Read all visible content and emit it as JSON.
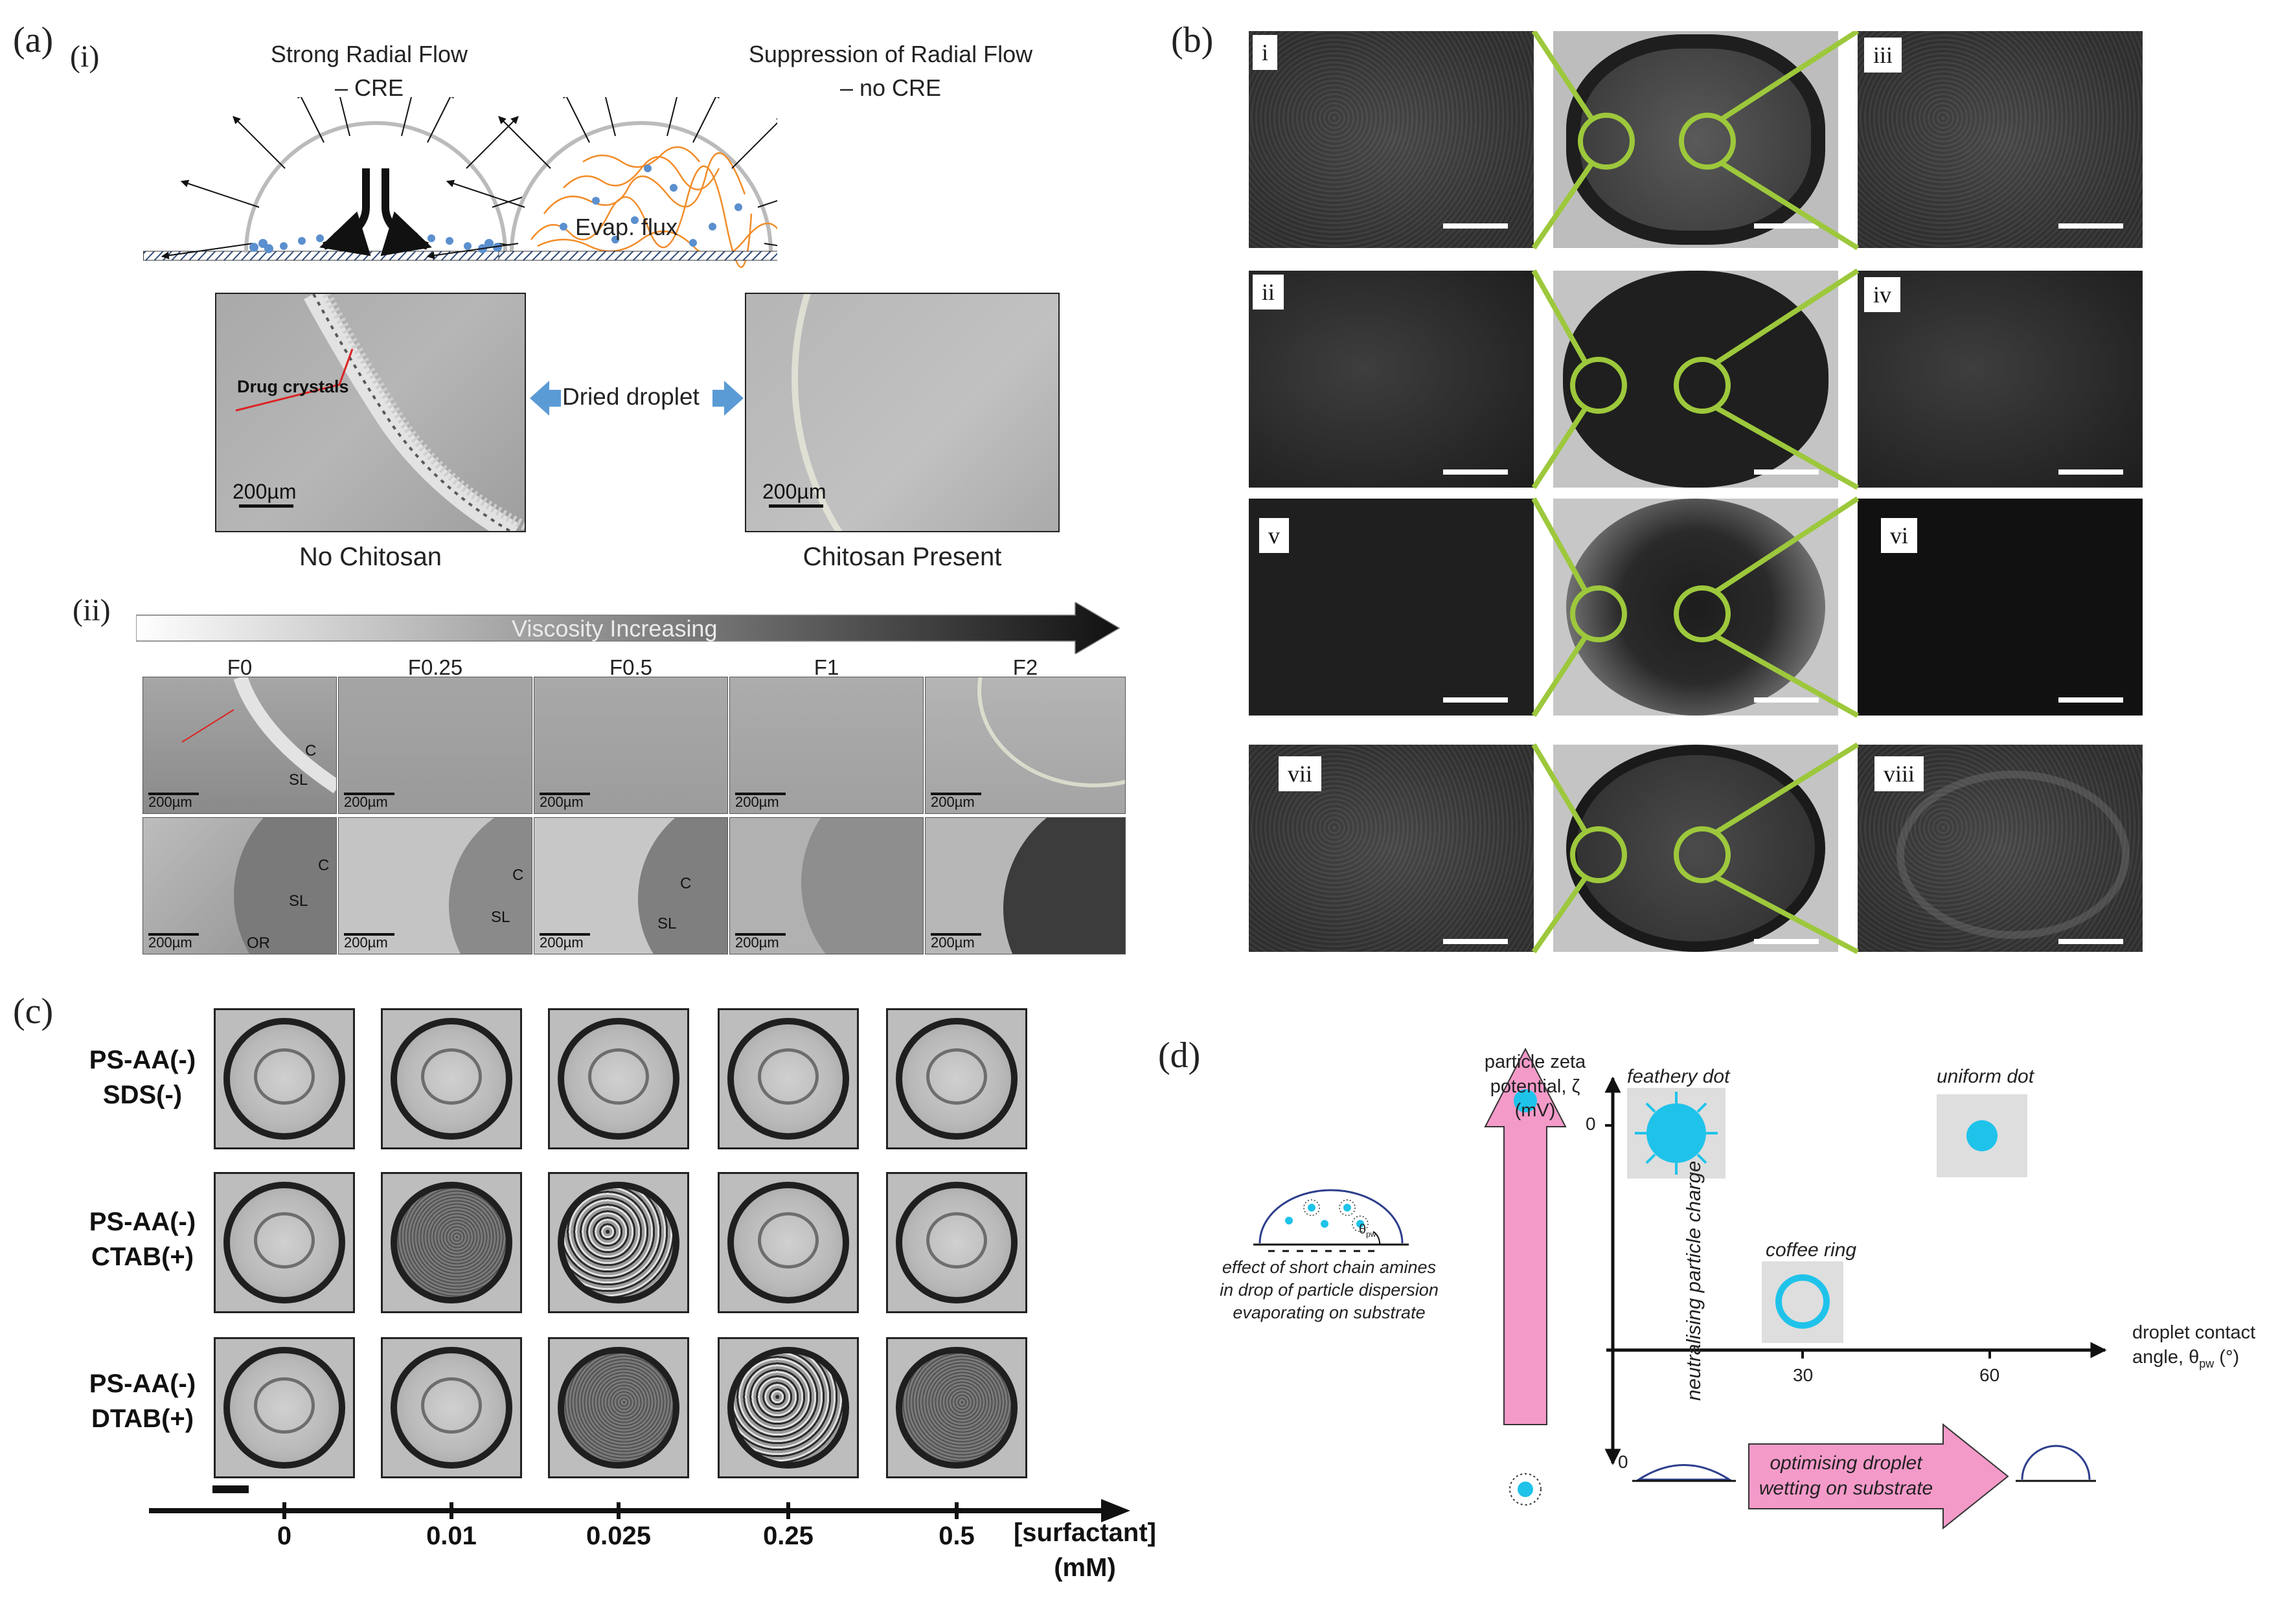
{
  "panel_a": {
    "letter": "(a)",
    "sub_i": "(i)",
    "sub_ii": "(ii)",
    "left_title_1": "Strong Radial Flow",
    "left_title_2": "– CRE",
    "right_title_1": "Suppression of Radial Flow",
    "right_title_2": "– no CRE",
    "evap_label": "Evap. flux",
    "drug_label": "Drug crystals",
    "dried_label": "Dried droplet",
    "scale_label": "200µm",
    "left_caption": "No Chitosan",
    "right_caption": "Chitosan Present",
    "viscosity_label": "Viscosity Increasing",
    "formulations": [
      "F0",
      "F0.25",
      "F0.5",
      "F1",
      "F2"
    ],
    "thumb_scale": "200µm",
    "thumb_labels": {
      "c": "C",
      "sl": "SL",
      "or": "OR"
    }
  },
  "panel_b": {
    "letter": "(b)",
    "tags": [
      "i",
      "iii",
      "ii",
      "iv",
      "v",
      "vi",
      "vii",
      "viii"
    ]
  },
  "panel_c": {
    "letter": "(c)",
    "rows": [
      {
        "line1": "PS-AA(-)",
        "line2": "SDS(-)"
      },
      {
        "line1": "PS-AA(-)",
        "line2": "CTAB(+)"
      },
      {
        "line1": "PS-AA(-)",
        "line2": "DTAB(+)"
      }
    ],
    "ticks": [
      "0",
      "0.01",
      "0.025",
      "0.25",
      "0.5"
    ],
    "axis_label_1": "[surfactant]",
    "axis_label_2": "(mM)"
  },
  "panel_d": {
    "letter": "(d)",
    "y_label_1": "particle zeta",
    "y_label_2": "potential, ζ",
    "y_label_3": "(mV)",
    "y_zero_top": "0",
    "origin": "0",
    "x_label_1": "droplet contact",
    "x_label_2": "angle, θ",
    "x_label_sub": "pw",
    "x_label_unit": "(°)",
    "x_ticks": [
      "30",
      "60"
    ],
    "feathery": "feathery dot",
    "uniform": "uniform dot",
    "coffee": "coffee ring",
    "up_arrow": "neutralising particle charge",
    "right_arrow_1": "optimising droplet",
    "right_arrow_2": "wetting on substrate",
    "inset_1": "effect of short chain amines",
    "inset_2": "in drop of particle dispersion",
    "inset_3": "evaporating on substrate",
    "theta": "θ",
    "theta_sub": "pw",
    "colors": {
      "particle": "#1fc3ea",
      "arrow": "#f49ac9",
      "drop": "#2c3e8c"
    }
  }
}
